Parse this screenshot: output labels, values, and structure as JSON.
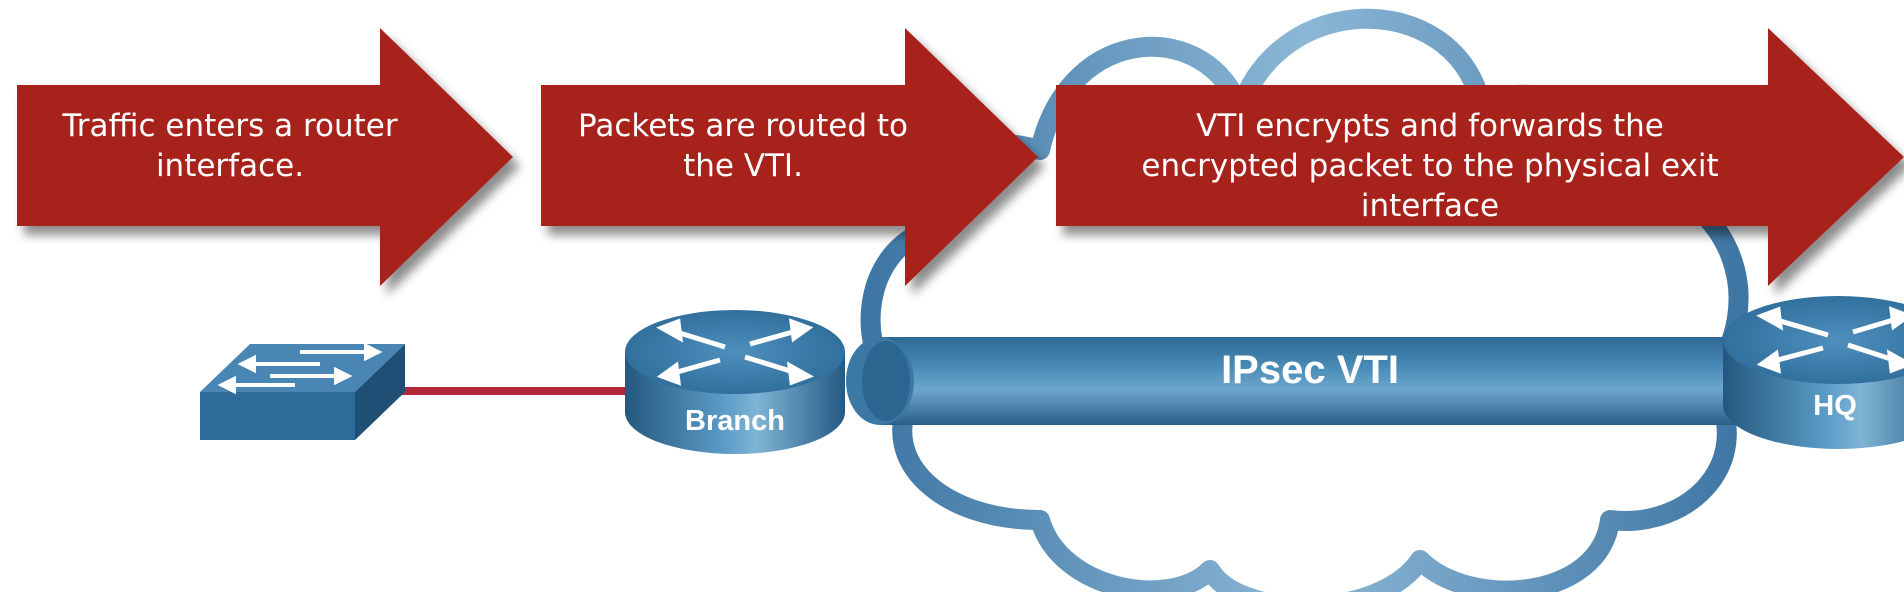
{
  "steps": [
    {
      "text": "Traffic enters a router interface."
    },
    {
      "text": "Packets are routed to the VTI."
    },
    {
      "text": "VTI encrypts and forwards the encrypted packet to the physical exit interface"
    }
  ],
  "devices": {
    "branch_label": "Branch",
    "hq_label": "HQ"
  },
  "tunnel": {
    "label": "IPsec VTI"
  },
  "colors": {
    "arrow": "#a8201a",
    "cloud": "#5b8cb6",
    "device": "#3a78a8",
    "link": "#b3283a"
  },
  "icons": [
    "switch-icon",
    "router-icon",
    "cloud-icon",
    "tunnel-icon"
  ]
}
